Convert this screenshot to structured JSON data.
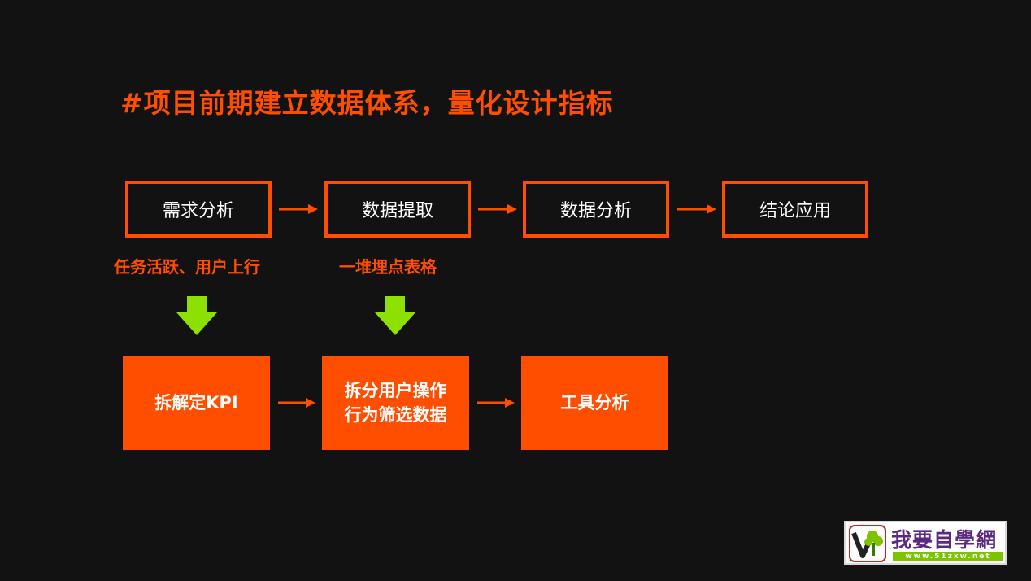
{
  "title": "#项目前期建立数据体系，量化设计指标",
  "flow_top": [
    {
      "label": "需求分析"
    },
    {
      "label": "数据提取"
    },
    {
      "label": "数据分析"
    },
    {
      "label": "结论应用"
    }
  ],
  "notes": [
    {
      "text": "任务活跃、用户上行"
    },
    {
      "text": "一堆埋点表格"
    }
  ],
  "flow_bottom": [
    {
      "label": "拆解定KPI"
    },
    {
      "label": "拆分用户操作\n行为筛选数据"
    },
    {
      "label": "工具分析"
    }
  ],
  "logo": {
    "name": "我要自學網",
    "url": "www.51zxw.net"
  },
  "colors": {
    "background": "#121212",
    "accent": "#ff4e00",
    "down_arrow": "#8ee000",
    "text": "#ffffff"
  }
}
